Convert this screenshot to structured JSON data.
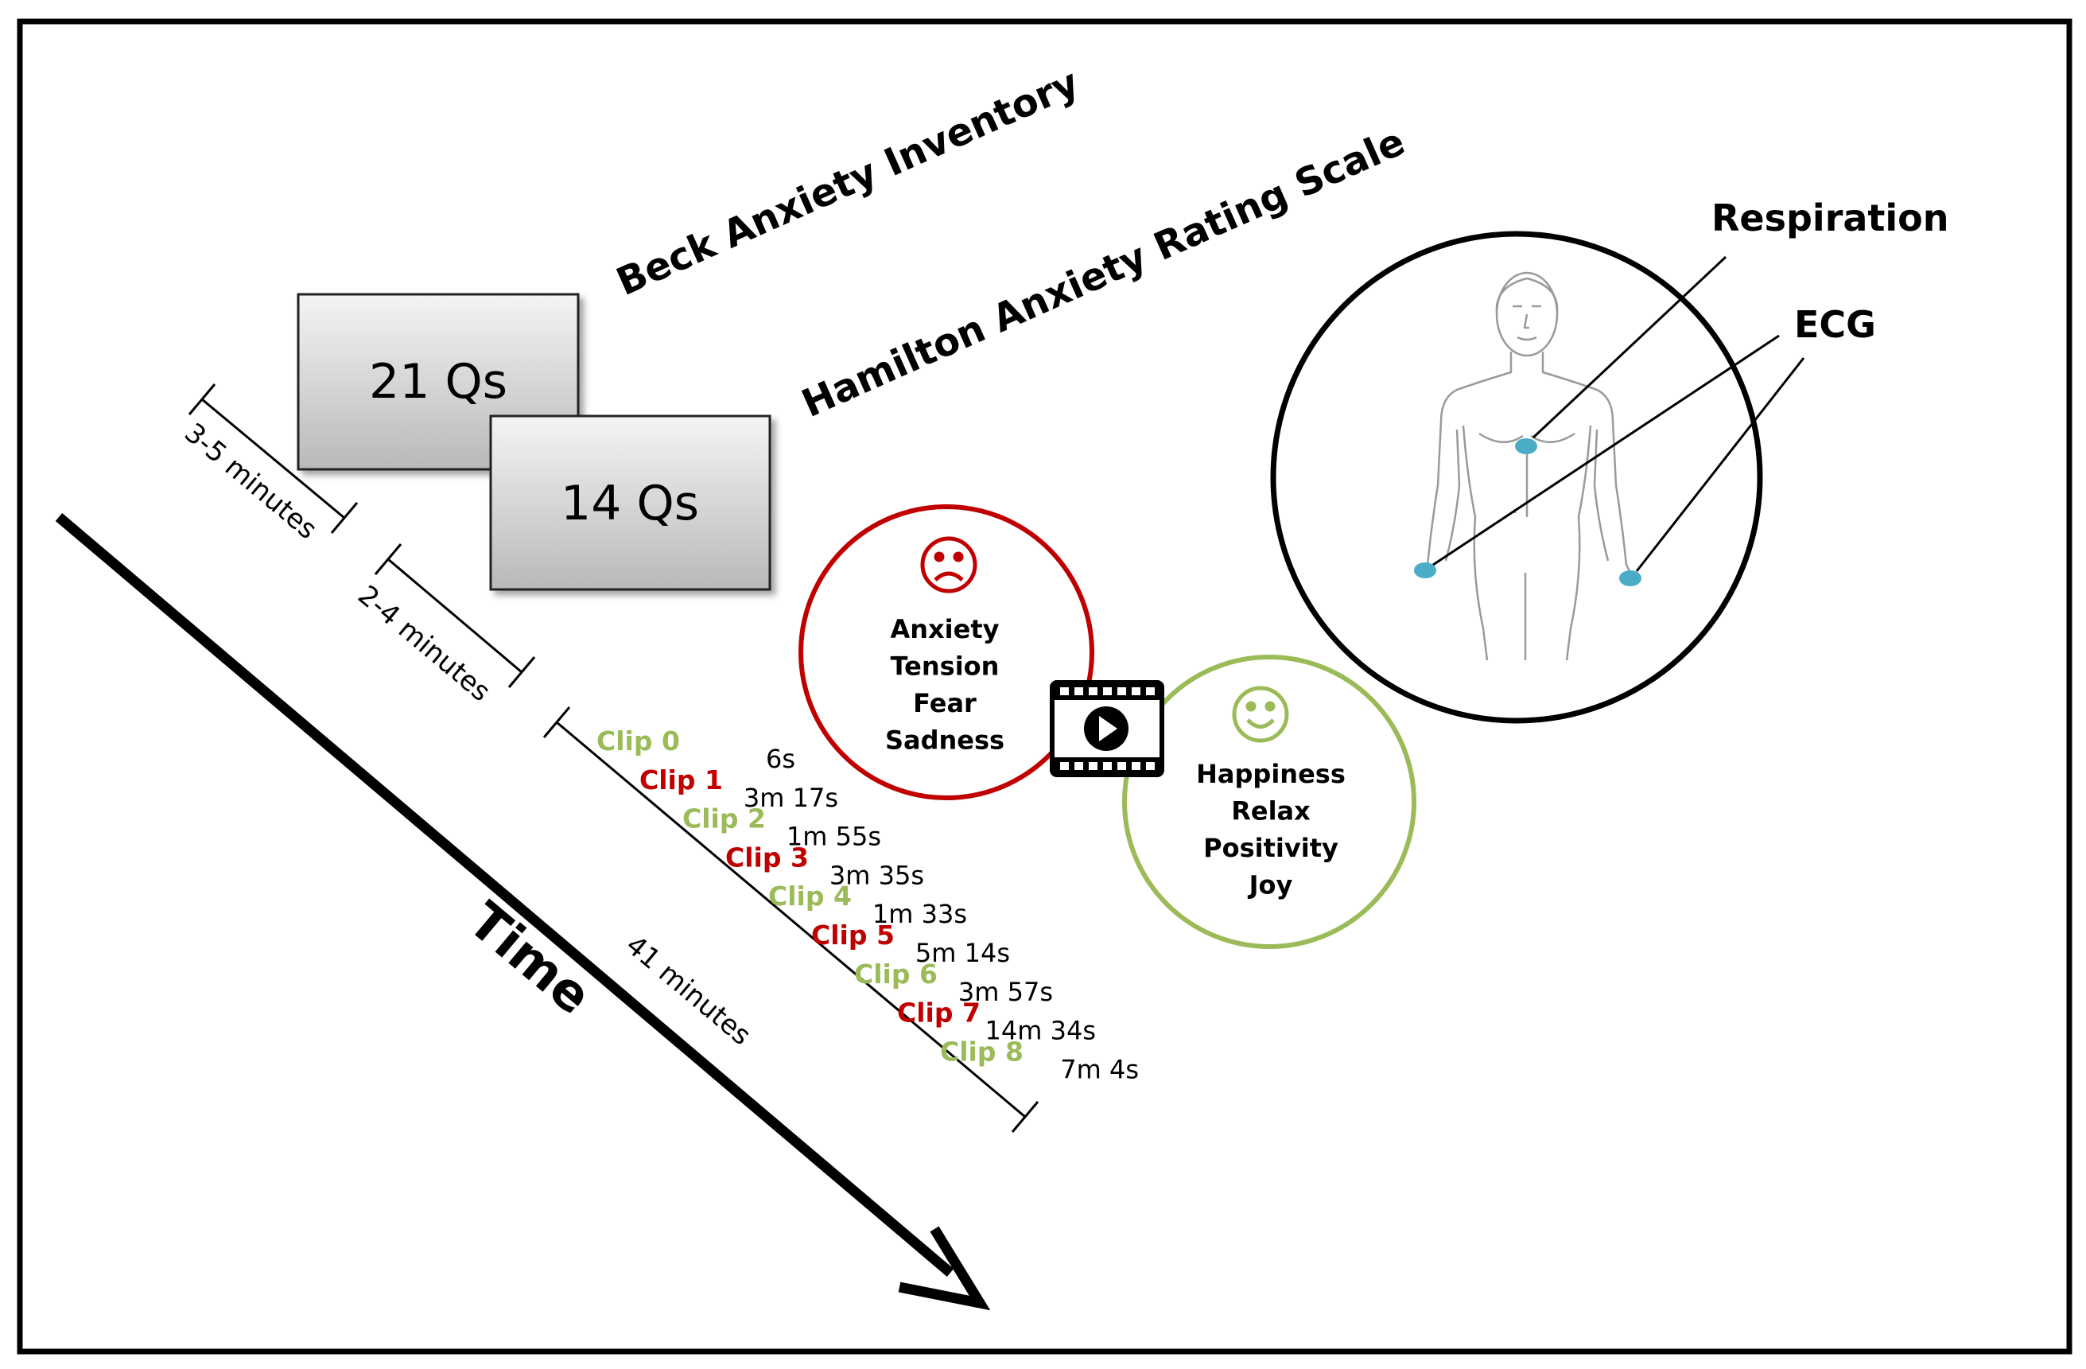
{
  "questionnaires": {
    "beck_title": "Beck Anxiety Inventory",
    "hamilton_title": "Hamilton Anxiety Rating Scale",
    "beck_box": "21 Qs",
    "hamilton_box": "14 Qs"
  },
  "durations": {
    "first": "3-5 minutes",
    "second": "2-4 minutes",
    "total": "41 minutes"
  },
  "time_label": "Time",
  "clips": [
    {
      "label": "Clip 0",
      "duration": "6s",
      "color": "#9bbb59"
    },
    {
      "label": "Clip 1",
      "duration": "3m 17s",
      "color": "#c00000"
    },
    {
      "label": "Clip 2",
      "duration": "1m 55s",
      "color": "#9bbb59"
    },
    {
      "label": "Clip 3",
      "duration": "3m 35s",
      "color": "#c00000"
    },
    {
      "label": "Clip 4",
      "duration": "1m 33s",
      "color": "#9bbb59"
    },
    {
      "label": "Clip 5",
      "duration": "5m 14s",
      "color": "#c00000"
    },
    {
      "label": "Clip 6",
      "duration": "3m 57s",
      "color": "#9bbb59"
    },
    {
      "label": "Clip 7",
      "duration": "14m 34s",
      "color": "#c00000"
    },
    {
      "label": "Clip 8",
      "duration": "7m 4s",
      "color": "#9bbb59"
    }
  ],
  "negative_emotions": {
    "color": "#c00000",
    "items": [
      "Anxiety",
      "Tension",
      "Fear",
      "Sadness"
    ]
  },
  "positive_emotions": {
    "color": "#9bbb59",
    "items": [
      "Happiness",
      "Relax",
      "Positivity",
      "Joy"
    ]
  },
  "sensors": {
    "respiration": "Respiration",
    "ecg": "ECG",
    "electrode_color": "#4bacc6"
  },
  "icons": {
    "sad_face": "sad-face-icon",
    "happy_face": "happy-face-icon",
    "video": "video-play-icon",
    "body": "human-body-icon"
  }
}
